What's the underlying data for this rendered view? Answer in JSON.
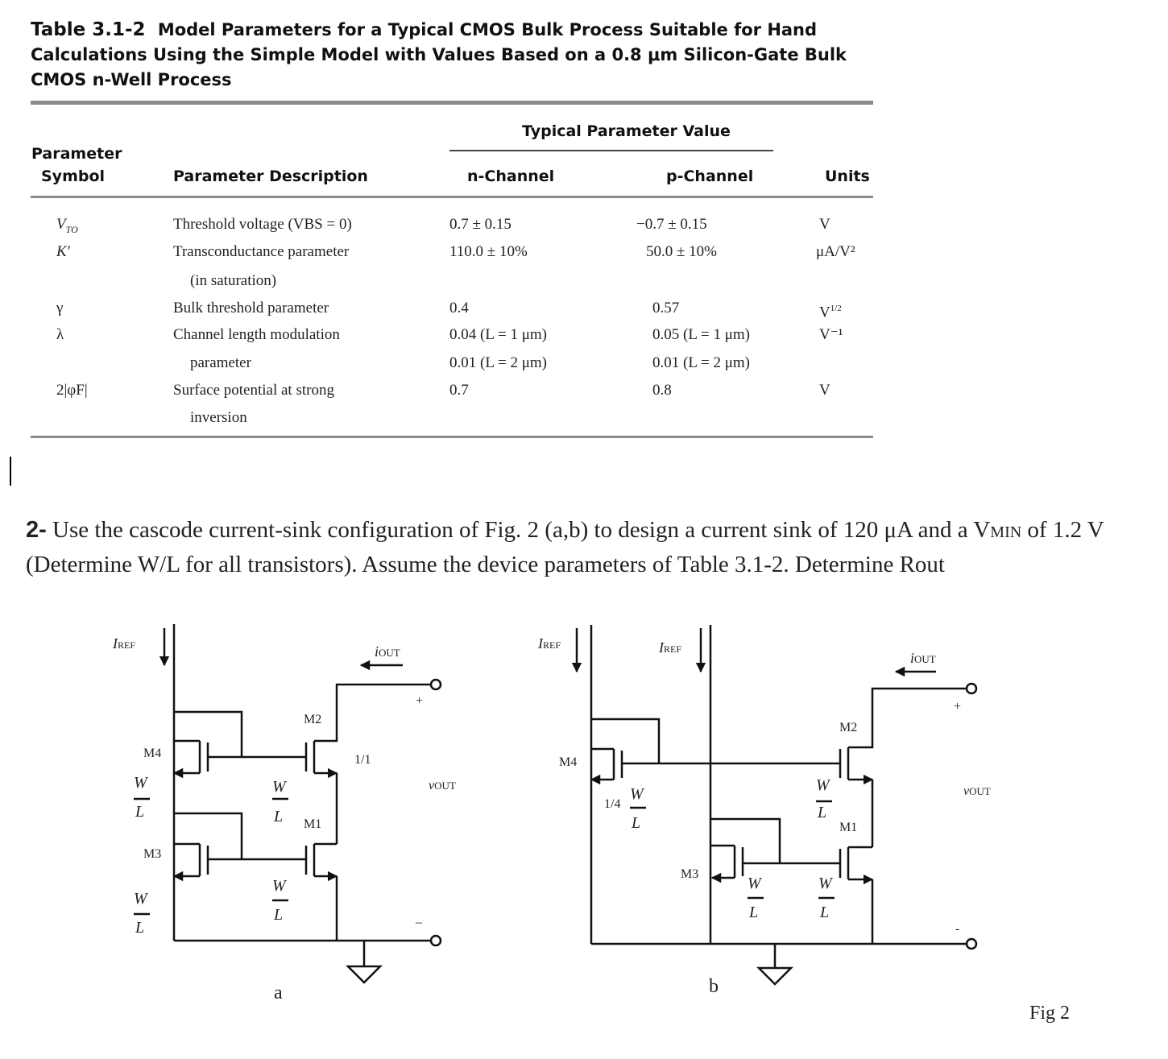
{
  "table": {
    "number": "Table 3.1-2",
    "title": "Model Parameters for a Typical CMOS Bulk Process Suitable for Hand Calculations Using the Simple Model with Values Based on a 0.8 μm Silicon-Gate Bulk CMOS n-Well Process",
    "headers": {
      "symbol": [
        "Parameter",
        "Symbol"
      ],
      "description": "Parameter Description",
      "group": "Typical Parameter Value",
      "n_channel": "n-Channel",
      "p_channel": "p-Channel",
      "units": "Units"
    },
    "rows": [
      {
        "symbol": "VTO",
        "desc": "Threshold voltage (VBS = 0)",
        "n": "0.7 ± 0.15",
        "p": "−0.7 ± 0.15",
        "units": "V"
      },
      {
        "symbol": "K′",
        "desc": [
          "Transconductance parameter",
          "(in saturation)"
        ],
        "n": "110.0 ± 10%",
        "p": "50.0 ± 10%",
        "units": "μA/V²"
      },
      {
        "symbol": "γ",
        "desc": "Bulk threshold parameter",
        "n": "0.4",
        "p": "0.57",
        "units": "V^1/2"
      },
      {
        "symbol": "λ",
        "desc": [
          "Channel length modulation",
          "parameter"
        ],
        "n": [
          "0.04 (L = 1 μm)",
          "0.01 (L = 2 μm)"
        ],
        "p": [
          "0.05 (L = 1 μm)",
          "0.01 (L = 2 μm)"
        ],
        "units": "V⁻¹"
      },
      {
        "symbol": "2|φF|",
        "desc": [
          "Surface potential at strong",
          "inversion"
        ],
        "n": "0.7",
        "p": "0.8",
        "units": "V"
      }
    ]
  },
  "question": {
    "number": "2-",
    "text_a": "Use the cascode current-sink configuration of Fig. 2 (a,b) to design a current sink of 120 μA and a V",
    "vmin_sub": "MIN",
    "text_b": " of 1.2 V (Determine W/L for all transistors). Assume the device parameters of Table 3.1-2. Determine Rout"
  },
  "figure": {
    "caption": "Fig 2",
    "circuit_a": {
      "label": "a",
      "iref": "I",
      "iref_sub": "REF",
      "iout": "i",
      "iout_sub": "OUT",
      "vout": "v",
      "vout_sub": "OUT",
      "plus": "+",
      "minus": "–",
      "m1": "M1",
      "m2": "M2",
      "m3": "M3",
      "m4": "M4",
      "ratio": "1/1",
      "w": "W",
      "l": "L"
    },
    "circuit_b": {
      "label": "b",
      "iref": "I",
      "iref_sub": "REF",
      "iout": "i",
      "iout_sub": "OUT",
      "vout": "v",
      "vout_sub": "OUT",
      "plus": "+",
      "minus": "-",
      "m1": "M1",
      "m2": "M2",
      "m3": "M3",
      "m4": "M4",
      "ratio": "1/4",
      "w": "W",
      "l": "L"
    }
  }
}
